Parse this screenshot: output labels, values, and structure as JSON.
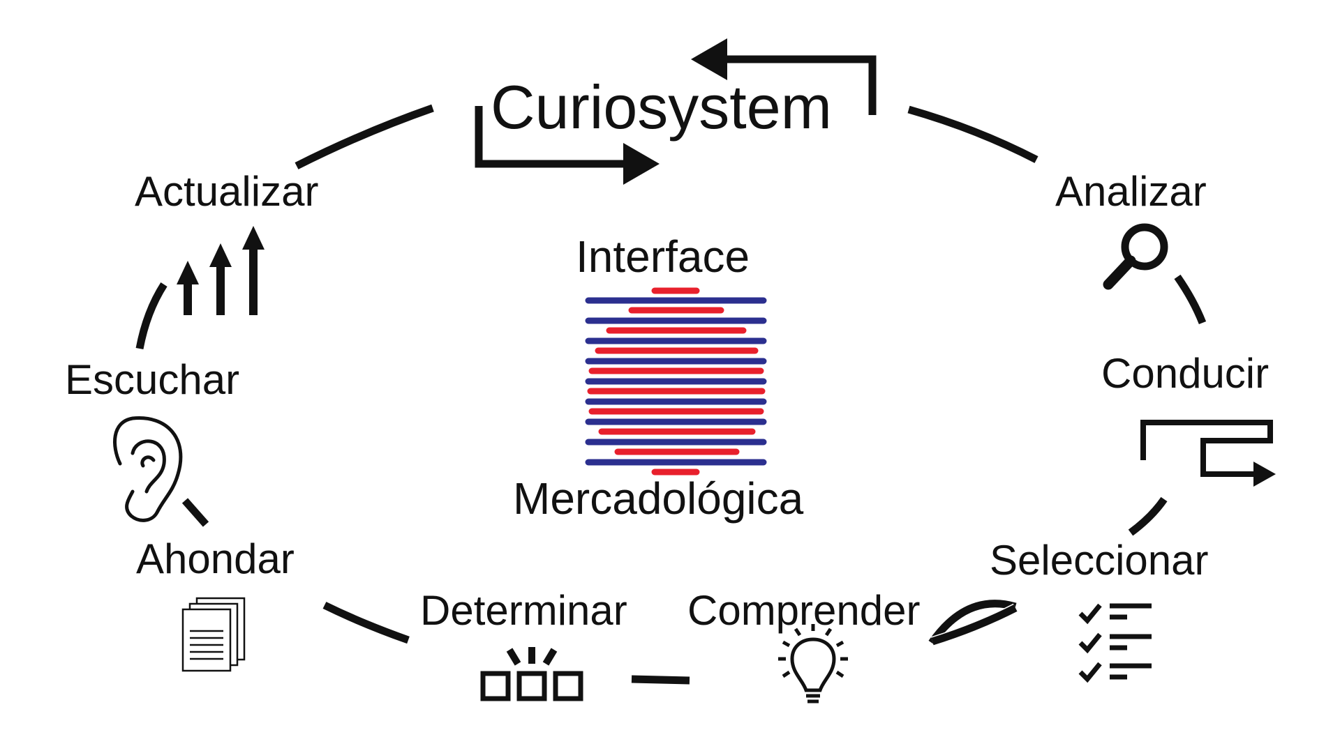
{
  "title": "Curiosystem",
  "center": {
    "top_label": "Interface",
    "bottom_label": "Mercadológica",
    "icon": "striped-interface-icon",
    "stripe_colors": {
      "blue": "#2b2f8f",
      "red": "#e8202c"
    }
  },
  "steps": [
    {
      "label": "Analizar",
      "icon": "magnifier-icon"
    },
    {
      "label": "Conducir",
      "icon": "flow-arrow-icon"
    },
    {
      "label": "Seleccionar",
      "icon": "checklist-icon"
    },
    {
      "label": "Comprender",
      "icon": "lightbulb-icon"
    },
    {
      "label": "Determinar",
      "icon": "three-boxes-icon"
    },
    {
      "label": "Ahondar",
      "icon": "documents-icon"
    },
    {
      "label": "Escuchar",
      "icon": "ear-icon"
    },
    {
      "label": "Actualizar",
      "icon": "up-arrows-icon"
    }
  ],
  "colors": {
    "ink": "#111111",
    "background": "#ffffff"
  }
}
